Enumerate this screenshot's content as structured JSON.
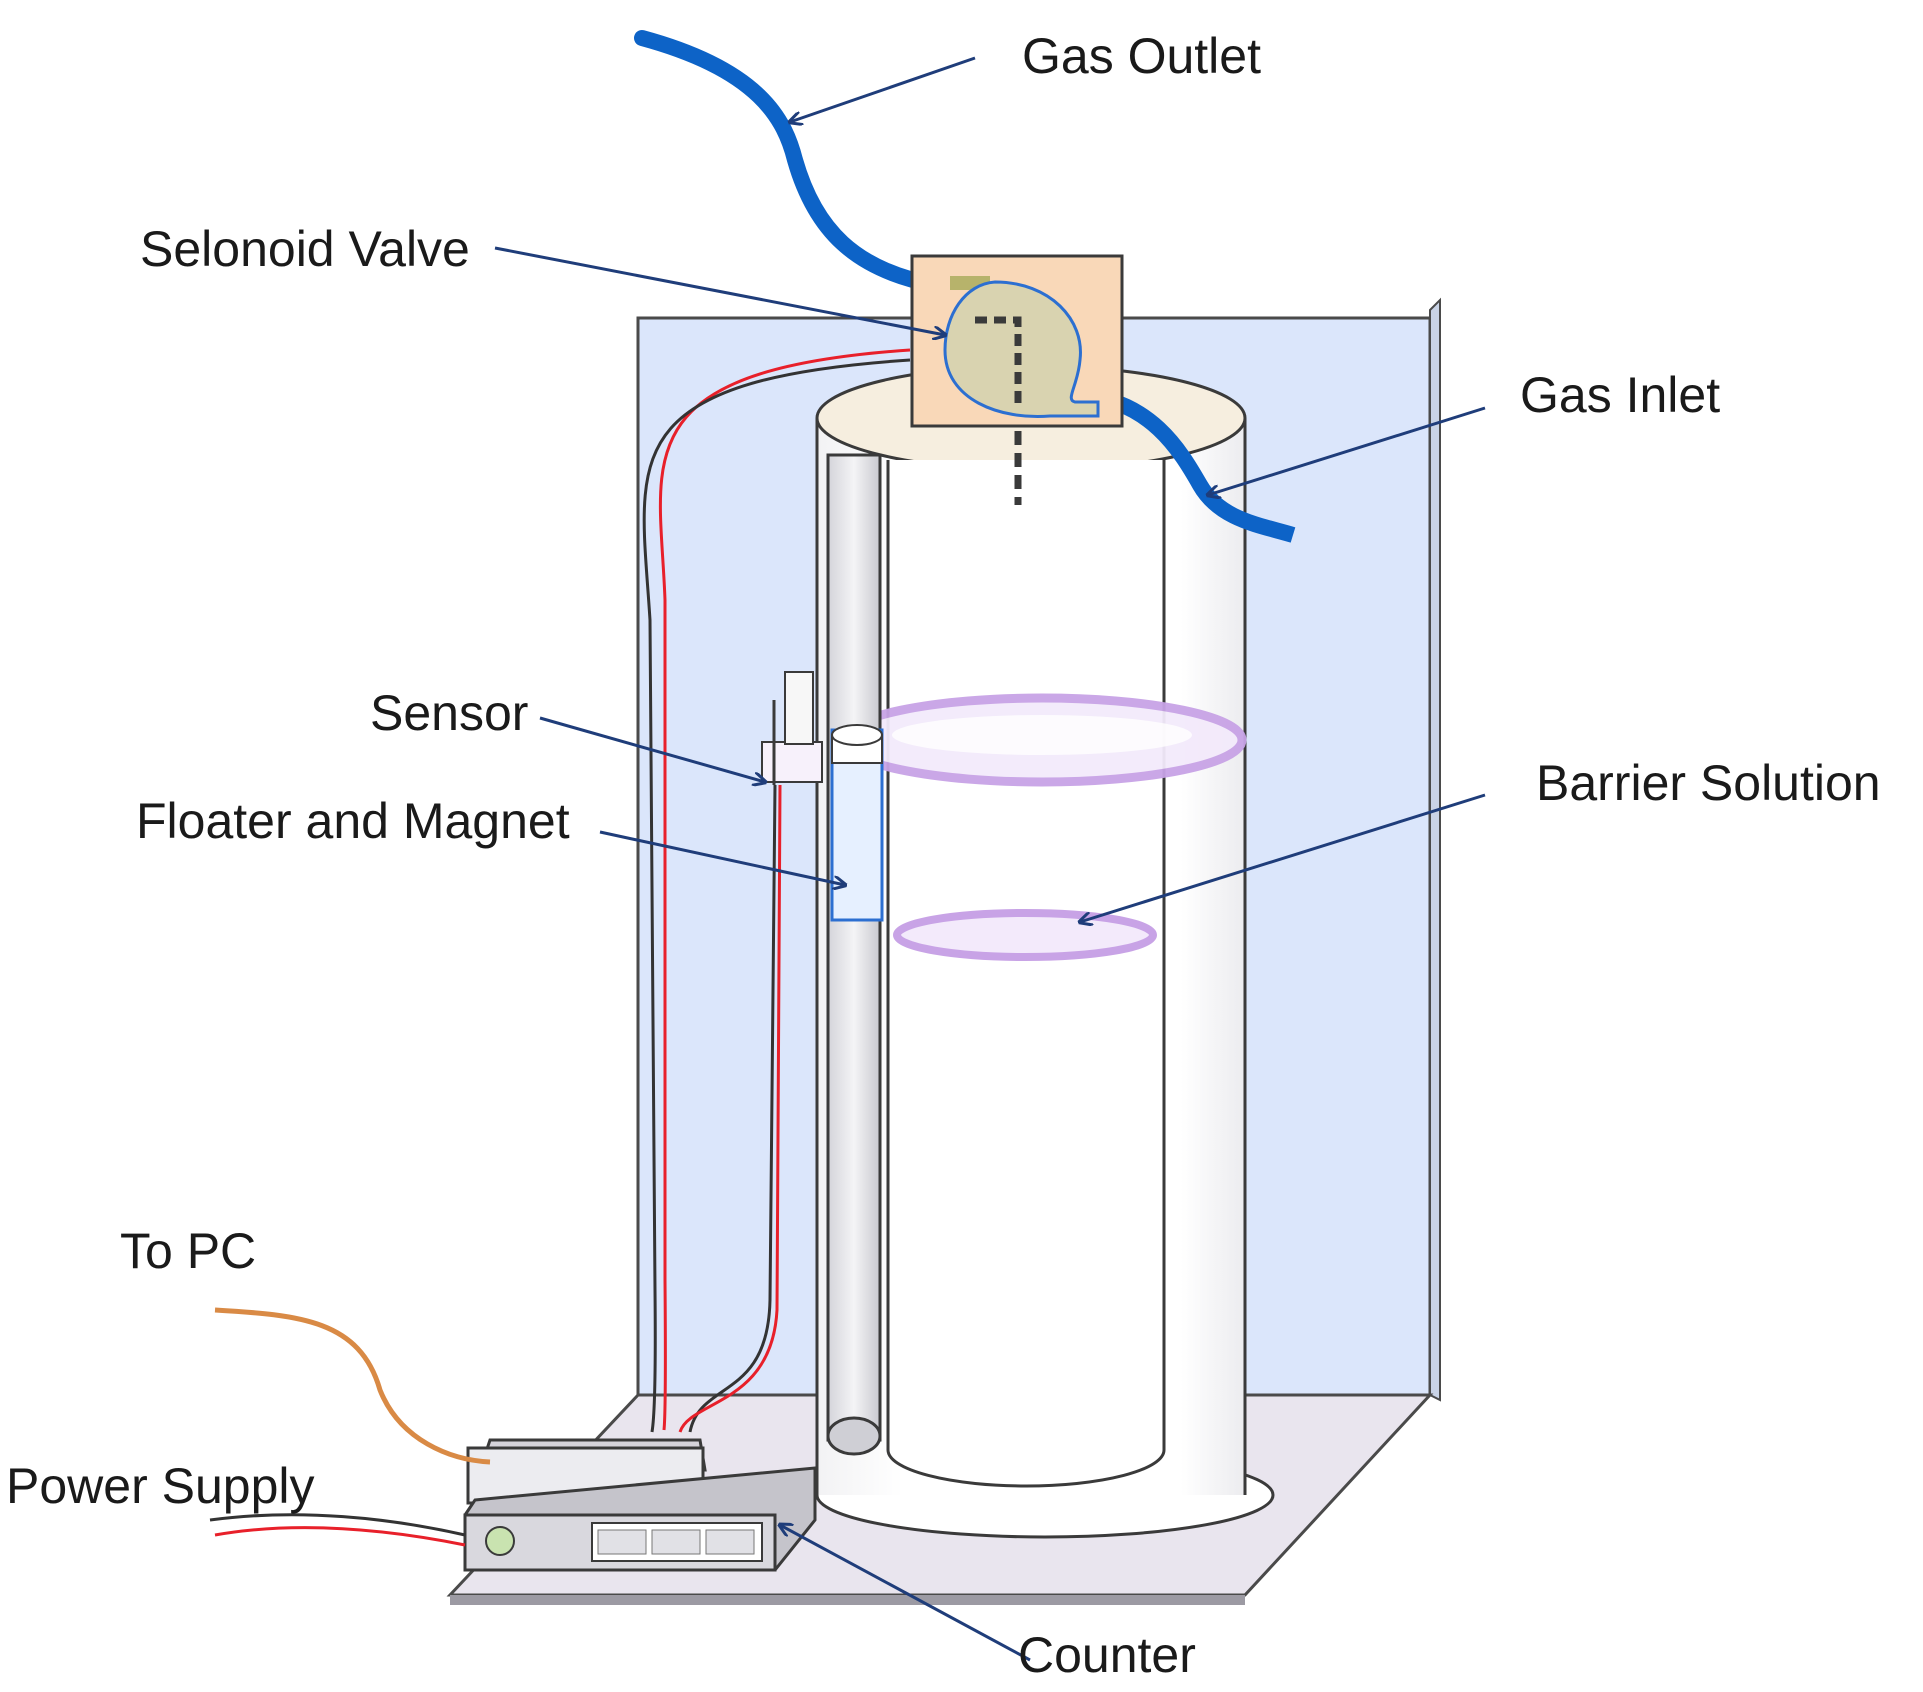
{
  "labels": {
    "gas_outlet": "Gas Outlet",
    "solenoid_valve": "Selonoid Valve",
    "gas_inlet": "Gas Inlet",
    "sensor": "Sensor",
    "floater_and_magnet": "Floater and Magnet",
    "barrier_solution": "Barrier Solution",
    "to_pc": "To PC",
    "power_supply": "Power Supply",
    "counter": "Counter"
  },
  "colors": {
    "back_panel": "#dbe6fb",
    "panel_edge": "#4a4a4a",
    "base_plate": "#e9e5ee",
    "gas_tube": "#0d63c7",
    "valve_box": "#f9d8b8",
    "valve_disc": "#d9d3b0",
    "liquid_ring": "#c8a3e6",
    "wire_red": "#e8202a",
    "wire_dark": "#333333",
    "pc_cable": "#d98a45",
    "arrow": "#1f3d7a",
    "counter_body": "#e3e2e6",
    "led": "#c9e3b0"
  }
}
